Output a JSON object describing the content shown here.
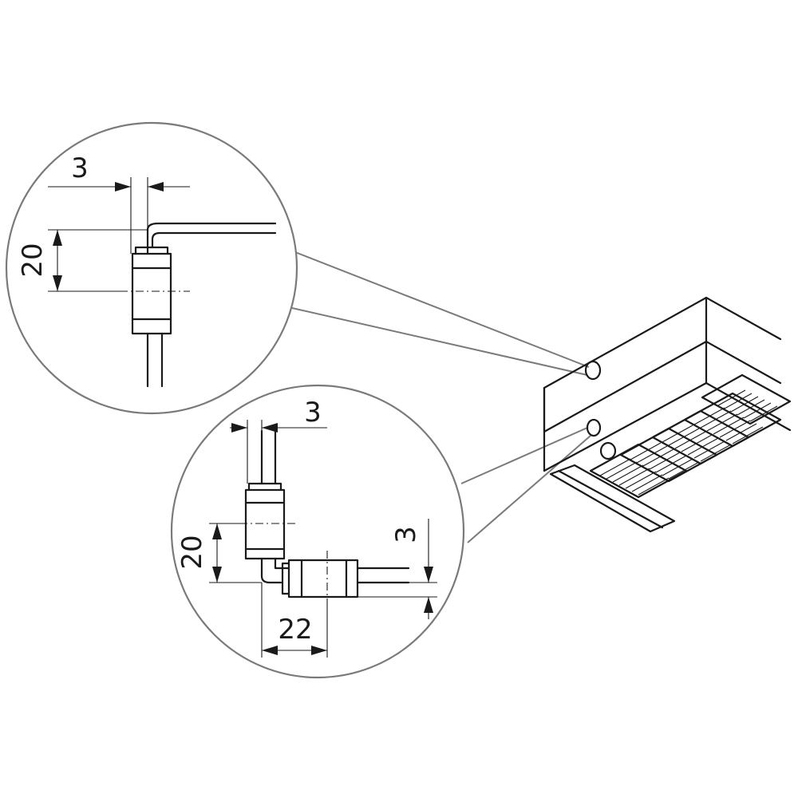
{
  "detail_top": {
    "dim_gap": "3",
    "dim_height": "20"
  },
  "detail_bottom": {
    "dim_gap": "3",
    "dim_height": "20",
    "dim_drop": "3",
    "dim_width": "22"
  },
  "colors": {
    "line": "#1a1a1a",
    "leader": "#7a7a7a",
    "background": "#ffffff"
  }
}
